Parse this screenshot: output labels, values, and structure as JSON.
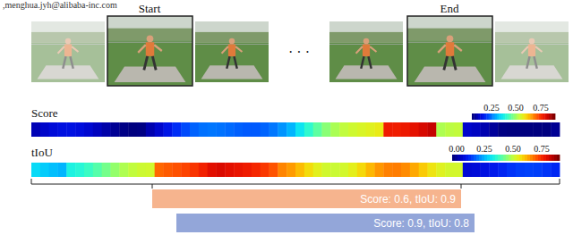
{
  "diagram": {
    "nodes": [
      {
        "text": [
          "Score: 0.6, tIoU: 0.9"
        ]
      },
      {
        "text": [
          "Score: 0.9, tIoU: 0.8"
        ]
      }
    ],
    "labels": [
      ",menghua.jyh@alibaba-inc.com",
      "Start",
      "· · ·",
      "End",
      "Score",
      "0.25",
      "0.50",
      "0.75",
      "tIoU",
      "0.00",
      "0.25",
      "0.50",
      "0.75"
    ]
  }
}
